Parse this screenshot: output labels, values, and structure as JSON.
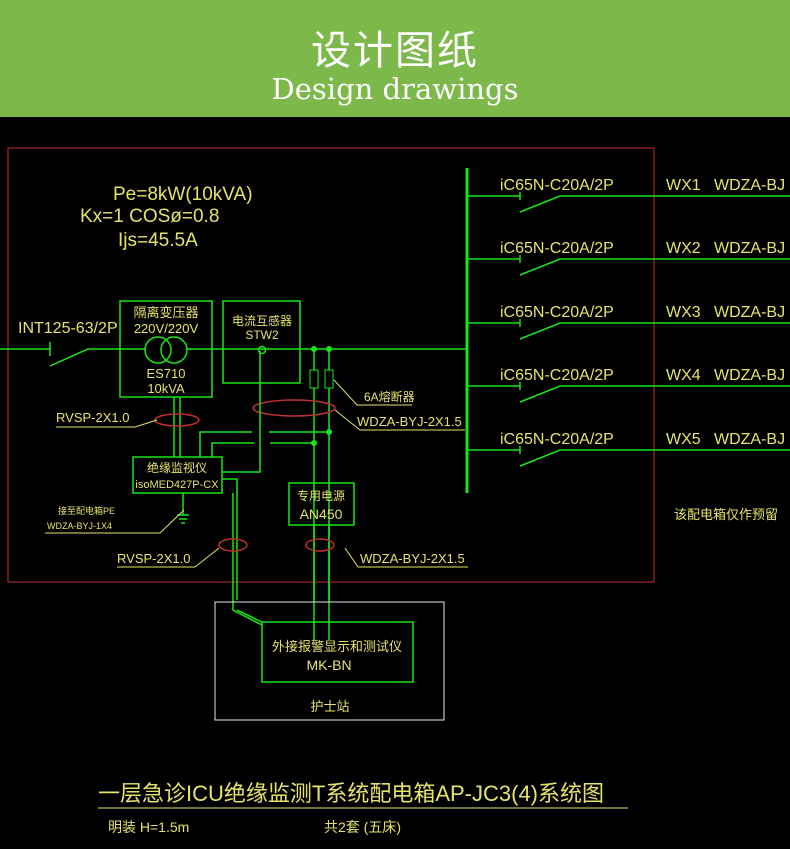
{
  "header": {
    "title_cn": "设计图纸",
    "title_en": "Design drawings"
  },
  "load": {
    "pe": "Pe=8kW(10kVA)",
    "kx": "Kx=1 COSø=0.8",
    "ijs": "Ijs=45.5A"
  },
  "incoming": {
    "breaker": "INT125-63/2P"
  },
  "transformer": {
    "name": "隔离变压器",
    "ratio": "220V/220V",
    "model": "ES710",
    "rating": "10kVA"
  },
  "ct": {
    "name": "电流互感器",
    "model": "STW2"
  },
  "fuse": {
    "label": "6A熔断器"
  },
  "cables": {
    "wdza_fuse": "WDZA-BYJ-2X1.5",
    "rvsp1": "RVSP-2X1.0",
    "rvsp2": "RVSP-2X1.0",
    "wdza_psu": "WDZA-BYJ-2X1.5",
    "pe_note": "接至配电箱PE",
    "pe_cable": "WDZA-BYJ-1X4"
  },
  "monitor": {
    "name": "绝缘监视仪",
    "model": "isoMED427P-CX"
  },
  "psu": {
    "name": "专用电源",
    "model": "AN450"
  },
  "circuits": [
    {
      "breaker": "iC65N-C20A/2P",
      "id": "WX1",
      "cable": "WDZA-BJ"
    },
    {
      "breaker": "iC65N-C20A/2P",
      "id": "WX2",
      "cable": "WDZA-BJ"
    },
    {
      "breaker": "iC65N-C20A/2P",
      "id": "WX3",
      "cable": "WDZA-BJ"
    },
    {
      "breaker": "iC65N-C20A/2P",
      "id": "WX4",
      "cable": "WDZA-BJ"
    },
    {
      "breaker": "iC65N-C20A/2P",
      "id": "WX5",
      "cable": "WDZA-BJ"
    }
  ],
  "reserve_note": "该配电箱仅作预留",
  "alarm": {
    "name": "外接报警显示和测试仪",
    "model": "MK-BN"
  },
  "station": "护士站",
  "footer": {
    "title": "一层急诊ICU绝缘监测T系统配电箱AP-JC3(4)系统图",
    "mount": "明装 H=1.5m",
    "sets": "共2套 (五床)"
  }
}
